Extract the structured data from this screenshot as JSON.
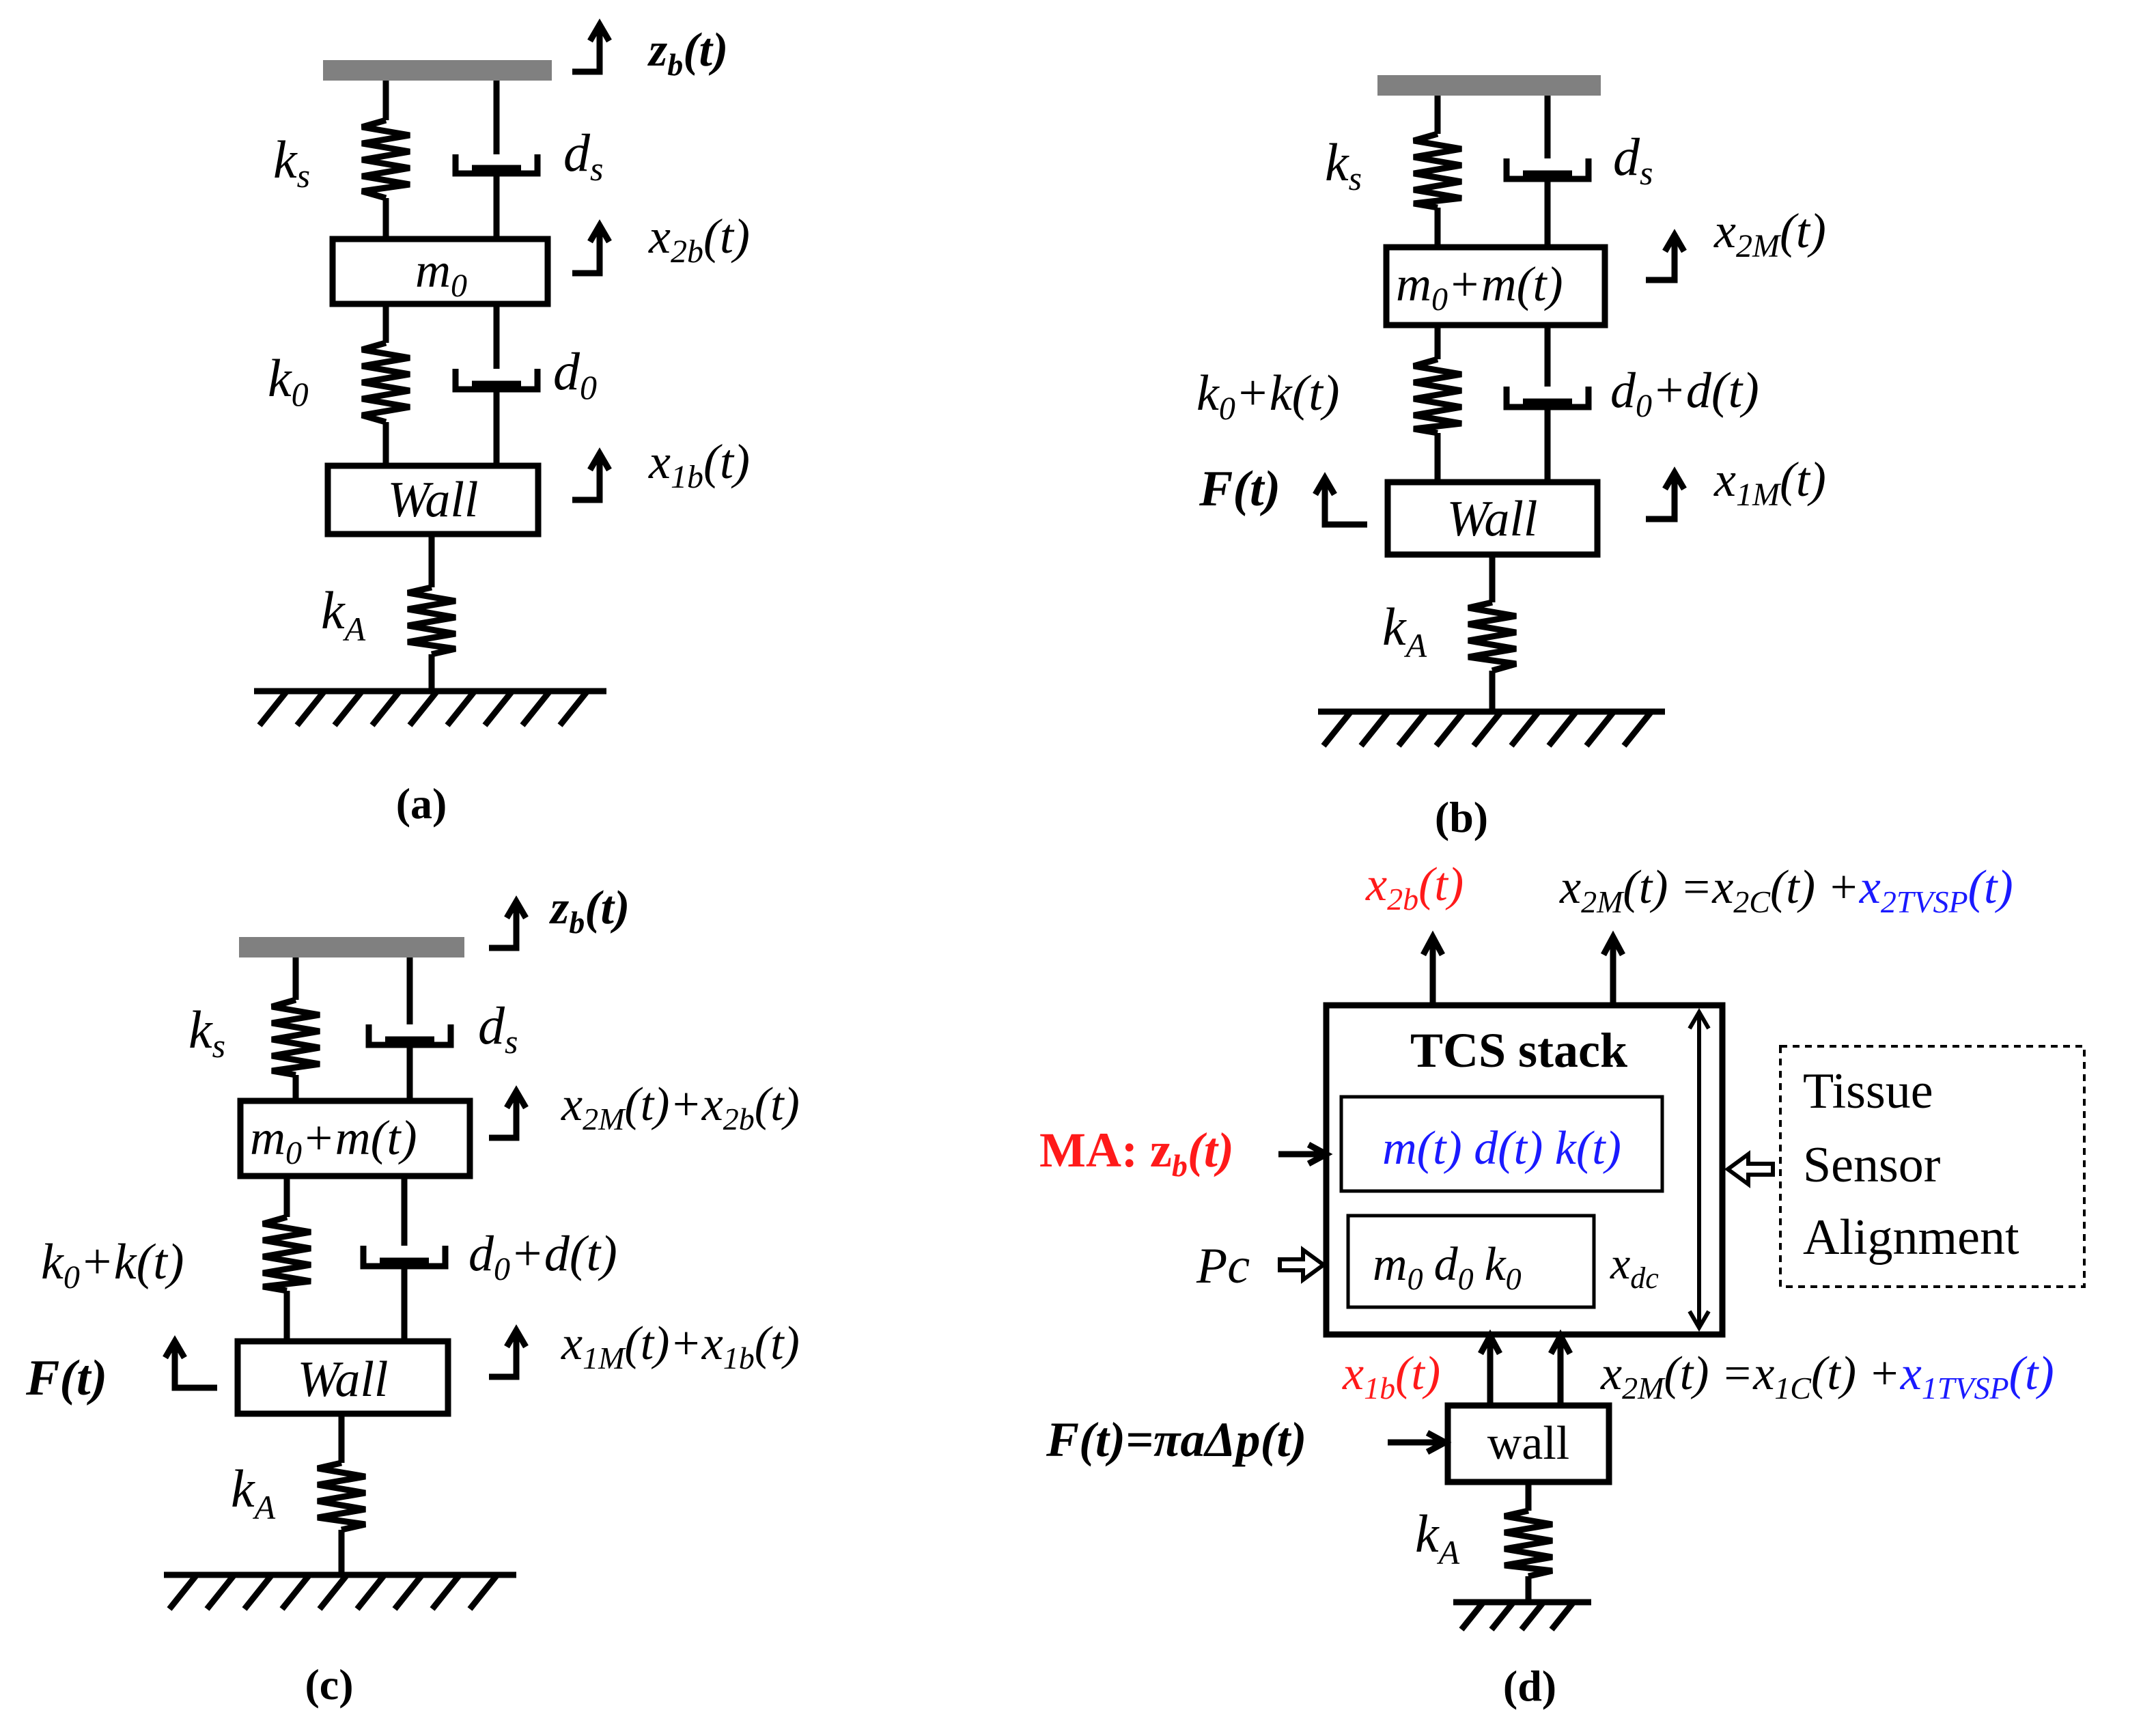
{
  "panels": {
    "a": {
      "caption": "(a)",
      "zb": "z",
      "zb_sub": "b",
      "zb_t": "(t)",
      "ks": "k",
      "ks_sub": "s",
      "ds": "d",
      "ds_sub": "s",
      "mass": "m",
      "mass_sub": "0",
      "x2": "x",
      "x2_sub": "2b",
      "x2_t": "(t)",
      "k0": "k",
      "k0_sub": "0",
      "d0": "d",
      "d0_sub": "0",
      "wall": "Wall",
      "x1": "x",
      "x1_sub": "1b",
      "x1_t": "(t)",
      "kA": "k",
      "kA_sub": "A"
    },
    "b": {
      "caption": "(b)",
      "ks": "k",
      "ks_sub": "s",
      "ds": "d",
      "ds_sub": "s",
      "mass_a": "m",
      "mass_sub": "0",
      "mass_b": "+m(t)",
      "x2": "x",
      "x2_sub": "2M",
      "x2_t": "(t)",
      "k": "k",
      "k_sub": "0",
      "k_b": "+k(t)",
      "d": "d",
      "d_sub": "0",
      "d_b": "+d(t)",
      "force": "F(t)",
      "wall": "Wall",
      "x1": "x",
      "x1_sub": "1M",
      "x1_t": "(t)",
      "kA": "k",
      "kA_sub": "A"
    },
    "c": {
      "caption": "(c)",
      "zb": "z",
      "zb_sub": "b",
      "zb_t": "(t)",
      "ks": "k",
      "ks_sub": "s",
      "ds": "d",
      "ds_sub": "s",
      "mass_a": "m",
      "mass_sub": "0",
      "mass_b": "+m(t)",
      "x2a": "x",
      "x2a_sub": "2M",
      "x2mid": "(t)+x",
      "x2b_sub": "2b",
      "x2_t": "(t)",
      "k": "k",
      "k_sub": "0",
      "k_b": "+k(t)",
      "d": "d",
      "d_sub": "0",
      "d_b": "+d(t)",
      "force": "F(t)",
      "wall": "Wall",
      "x1a": "x",
      "x1a_sub": "1M",
      "x1mid": "(t)+x",
      "x1b_sub": "1b",
      "x1_t": "(t)",
      "kA": "k",
      "kA_sub": "A"
    },
    "d": {
      "caption": "(d)",
      "top_red": "x",
      "top_red_sub": "2b",
      "top_red_t": "(t)",
      "top_eq_a": "x",
      "top_eq_a_sub": "2M",
      "top_eq_mid": "(t) =x",
      "top_eq_c_sub": "2C",
      "top_eq_plus": "(t) +",
      "top_eq_blue": "x",
      "top_eq_blue_sub": "2TVSP",
      "top_eq_blue_t": "(t)",
      "stack_title": "TCS stack",
      "ma_label": "MA: z",
      "ma_sub": "b",
      "ma_t": "(t)",
      "tv_params": "m(t)  d(t)  k(t)",
      "pc": "Pc",
      "fix_m": "m",
      "fix_m_sub": "0",
      "fix_d": "d",
      "fix_d_sub": "0",
      "fix_k": "k",
      "fix_k_sub": "0",
      "xdc": "x",
      "xdc_sub": "dc",
      "side": [
        "Tissue",
        "Sensor",
        "Alignment"
      ],
      "bot_red": "x",
      "bot_red_sub": "1b",
      "bot_red_t": "(t)",
      "bot_eq_a": "x",
      "bot_eq_a_sub": "2M",
      "bot_eq_mid": "(t) =x",
      "bot_eq_c_sub": "1C",
      "bot_eq_plus": "(t) +",
      "bot_eq_blue": "x",
      "bot_eq_blue_sub": "1TVSP",
      "bot_eq_blue_t": "(t)",
      "force": "F(t)=πaΔp(t)",
      "wall": "wall",
      "kA": "k",
      "kA_sub": "A"
    }
  }
}
